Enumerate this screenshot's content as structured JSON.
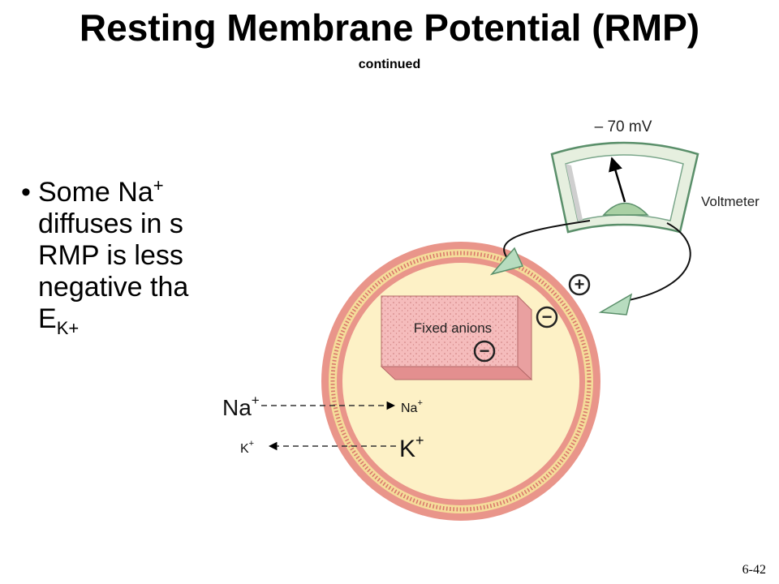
{
  "slide": {
    "title": "Resting Membrane Potential (RMP)",
    "subtitle": "continued",
    "page_number": "6-42"
  },
  "bullet": {
    "line1_text": "Some Na",
    "line1_sup": "+",
    "line2": "diffuses in s",
    "line3": "RMP is less",
    "line4": "negative tha",
    "line5_base": "E",
    "line5_sub": "K+"
  },
  "diagram": {
    "voltmeter_reading": "– 70 mV",
    "voltmeter_label": "Voltmeter",
    "fixed_anions_label": "Fixed anions",
    "positive_sign": "+",
    "negative_sign": "−",
    "na_outside": "Na",
    "na_inside": "Na",
    "k_inside": "K",
    "k_outside": "K",
    "ion_sup": "+",
    "colors": {
      "membrane": "#e9958a",
      "membrane_core": "#f5dc9a",
      "cytoplasm": "#fdf1c6",
      "box_face": "#f5bcbc",
      "box_side": "#e9a0a0",
      "meter_frame": "#e6efdf",
      "meter_border": "#5a8f6a",
      "arrow_fill": "#b7dcbf"
    }
  }
}
